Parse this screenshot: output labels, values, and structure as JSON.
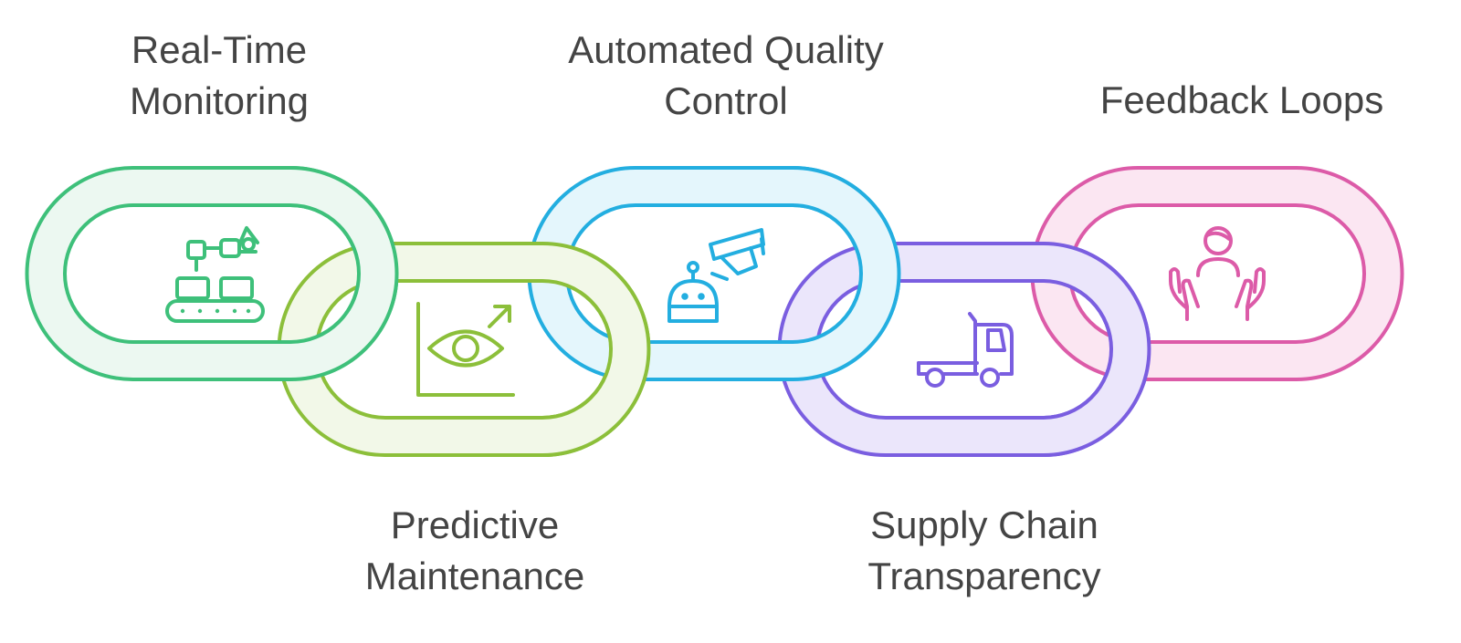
{
  "links": [
    {
      "id": "real-time-monitoring",
      "lines": [
        "Real-Time",
        "Monitoring"
      ],
      "icon": "robot-arm-conveyor-icon",
      "stroke": "#3ec07a",
      "fill": "#ecf8f1"
    },
    {
      "id": "predictive-maintenance",
      "lines": [
        "Predictive",
        "Maintenance"
      ],
      "icon": "eye-chart-trend-icon",
      "stroke": "#8cbf3a",
      "fill": "#f2f8e8"
    },
    {
      "id": "automated-quality-control",
      "lines": [
        "Automated Quality",
        "Control"
      ],
      "icon": "robot-security-camera-icon",
      "stroke": "#23aee0",
      "fill": "#e4f6fc"
    },
    {
      "id": "supply-chain-transparency",
      "lines": [
        "Supply Chain",
        "Transparency"
      ],
      "icon": "truck-icon",
      "stroke": "#7a5ee0",
      "fill": "#ebe6fb"
    },
    {
      "id": "feedback-loops",
      "lines": [
        "Feedback Loops"
      ],
      "icon": "person-hands-icon",
      "stroke": "#dc5ba8",
      "fill": "#fbe6f2"
    }
  ]
}
